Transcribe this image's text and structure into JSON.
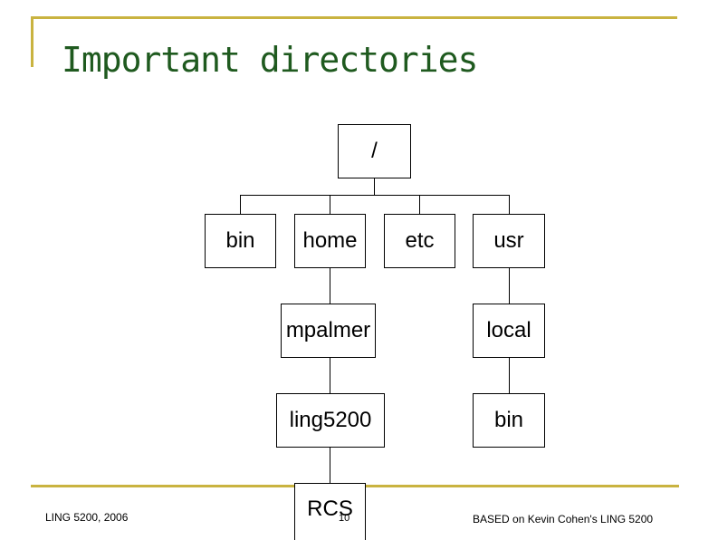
{
  "slide": {
    "title": "Important directories",
    "footer_left": "LING 5200, 2006",
    "footer_right": "BASED on Kevin Cohen's LING 5200",
    "page_number": "10",
    "accent_color": "#c9b340",
    "title_color": "#1f5a1f"
  },
  "tree": {
    "root": "/",
    "bin": "bin",
    "home": "home",
    "etc": "etc",
    "usr": "usr",
    "mpalmer": "mpalmer",
    "local": "local",
    "ling5200": "ling5200",
    "usr_bin": "bin",
    "rcs": "RCS"
  }
}
